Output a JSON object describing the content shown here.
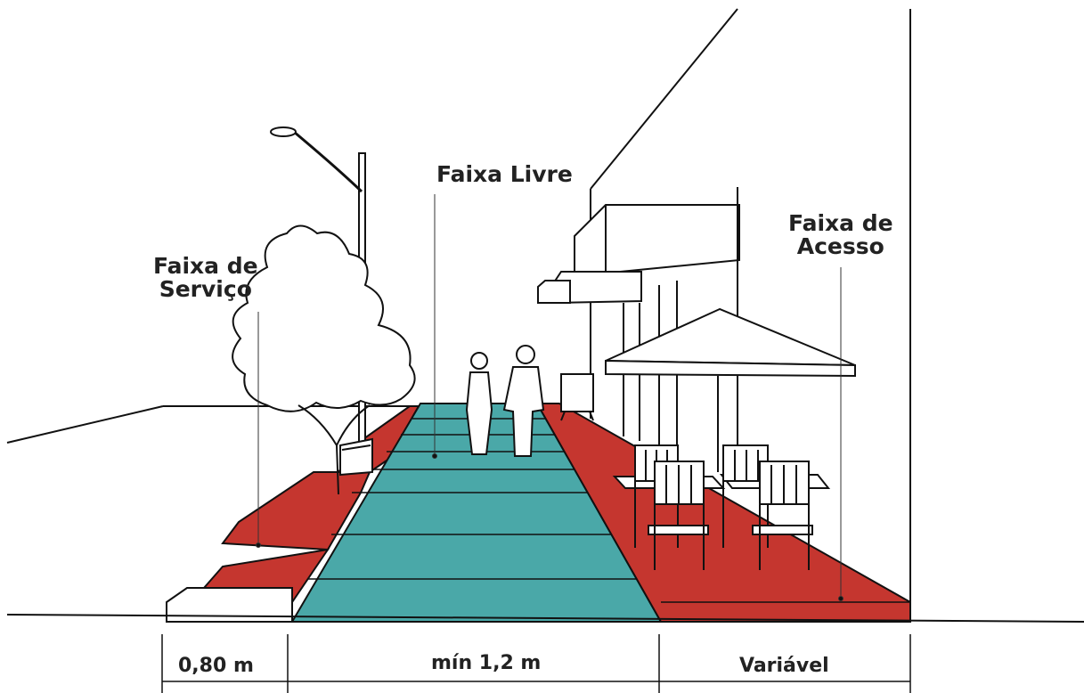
{
  "zones": {
    "servico": {
      "line1": "Faixa de",
      "line2": "Serviço"
    },
    "livre": {
      "label": "Faixa Livre"
    },
    "acesso": {
      "line1": "Faixa de",
      "line2": "Acesso"
    }
  },
  "dimensions": {
    "servico": "0,80 m",
    "livre": "mín 1,2 m",
    "acesso": "Variável"
  },
  "colors": {
    "free_strip": "#4aa8a8",
    "service_access": "#c5362f",
    "line": "#111111"
  }
}
